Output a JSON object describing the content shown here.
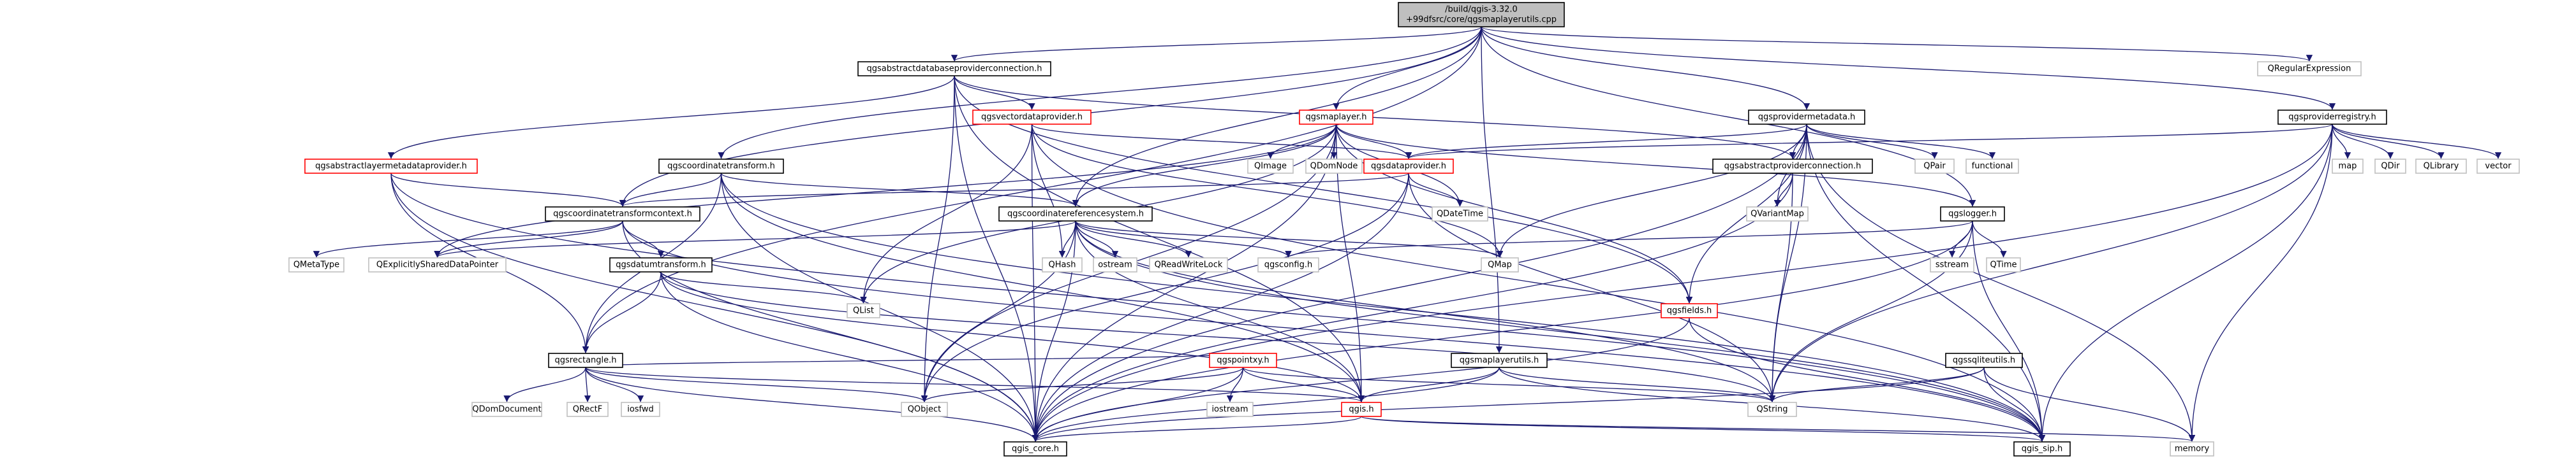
{
  "colors": {
    "root_fill": "#bfbfbf",
    "root_stroke": "#000000",
    "node_fill": "#ffffff",
    "node_stroke": "#000000",
    "red_stroke": "#ff0000",
    "leaf_stroke": "#bfbfbf",
    "edge": "#191970"
  },
  "nodes": [
    {
      "id": "root",
      "lines": [
        "/build/qgis-3.32.0",
        "+99dfsrc/core/qgsmaplayerutils.cpp"
      ],
      "style": "root"
    },
    {
      "id": "dbconn",
      "lines": [
        "qgsabstractdatabaseproviderconnection.h"
      ],
      "style": "normal"
    },
    {
      "id": "regex",
      "lines": [
        "QRegularExpression"
      ],
      "style": "leaf"
    },
    {
      "id": "vdp",
      "lines": [
        "qgsvectordataprovider.h"
      ],
      "style": "red"
    },
    {
      "id": "maplayer",
      "lines": [
        "qgsmaplayer.h"
      ],
      "style": "red"
    },
    {
      "id": "providermeta",
      "lines": [
        "qgsprovidermetadata.h"
      ],
      "style": "normal"
    },
    {
      "id": "registry",
      "lines": [
        "qgsproviderregistry.h"
      ],
      "style": "normal"
    },
    {
      "id": "ablayermeta",
      "lines": [
        "qgsabstractlayermetadataprovider.h"
      ],
      "style": "red"
    },
    {
      "id": "coordxform",
      "lines": [
        "qgscoordinatetransform.h"
      ],
      "style": "normal"
    },
    {
      "id": "qimage",
      "lines": [
        "QImage"
      ],
      "style": "leaf"
    },
    {
      "id": "qdomnode",
      "lines": [
        "QDomNode"
      ],
      "style": "leaf"
    },
    {
      "id": "dataprovider",
      "lines": [
        "qgsdataprovider.h"
      ],
      "style": "red"
    },
    {
      "id": "abprovconn",
      "lines": [
        "qgsabstractproviderconnection.h"
      ],
      "style": "normal"
    },
    {
      "id": "qpair",
      "lines": [
        "QPair"
      ],
      "style": "leaf"
    },
    {
      "id": "functional",
      "lines": [
        "functional"
      ],
      "style": "leaf"
    },
    {
      "id": "map",
      "lines": [
        "map"
      ],
      "style": "leaf"
    },
    {
      "id": "qdir",
      "lines": [
        "QDir"
      ],
      "style": "leaf"
    },
    {
      "id": "qlibrary",
      "lines": [
        "QLibrary"
      ],
      "style": "leaf"
    },
    {
      "id": "vector",
      "lines": [
        "vector"
      ],
      "style": "leaf"
    },
    {
      "id": "xformctx",
      "lines": [
        "qgscoordinatetransformcontext.h"
      ],
      "style": "normal"
    },
    {
      "id": "crs",
      "lines": [
        "qgscoordinatereferencesystem.h"
      ],
      "style": "normal"
    },
    {
      "id": "qdatetime",
      "lines": [
        "QDateTime"
      ],
      "style": "leaf"
    },
    {
      "id": "qvariantmap",
      "lines": [
        "QVariantMap"
      ],
      "style": "leaf"
    },
    {
      "id": "logger",
      "lines": [
        "qgslogger.h"
      ],
      "style": "normal"
    },
    {
      "id": "qmetatype",
      "lines": [
        "QMetaType"
      ],
      "style": "leaf"
    },
    {
      "id": "qesdp",
      "lines": [
        "QExplicitlySharedDataPointer"
      ],
      "style": "leaf"
    },
    {
      "id": "datumxform",
      "lines": [
        "qgsdatumtransform.h"
      ],
      "style": "normal"
    },
    {
      "id": "qhash",
      "lines": [
        "QHash"
      ],
      "style": "leaf"
    },
    {
      "id": "ostream",
      "lines": [
        "ostream"
      ],
      "style": "leaf"
    },
    {
      "id": "qrwlock",
      "lines": [
        "QReadWriteLock"
      ],
      "style": "leaf"
    },
    {
      "id": "config",
      "lines": [
        "qgsconfig.h"
      ],
      "style": "leaf"
    },
    {
      "id": "qmap",
      "lines": [
        "QMap"
      ],
      "style": "leaf"
    },
    {
      "id": "sstream",
      "lines": [
        "sstream"
      ],
      "style": "leaf"
    },
    {
      "id": "qtime",
      "lines": [
        "QTime"
      ],
      "style": "leaf"
    },
    {
      "id": "qlist",
      "lines": [
        "QList"
      ],
      "style": "leaf"
    },
    {
      "id": "fields",
      "lines": [
        "qgsfields.h"
      ],
      "style": "red"
    },
    {
      "id": "rect",
      "lines": [
        "qgsrectangle.h"
      ],
      "style": "normal"
    },
    {
      "id": "qdomdoc",
      "lines": [
        "QDomDocument"
      ],
      "style": "leaf"
    },
    {
      "id": "qrectf",
      "lines": [
        "QRectF"
      ],
      "style": "leaf"
    },
    {
      "id": "iosfwd",
      "lines": [
        "iosfwd"
      ],
      "style": "leaf"
    },
    {
      "id": "pointxy",
      "lines": [
        "qgspointxy.h"
      ],
      "style": "red"
    },
    {
      "id": "maplayerutils",
      "lines": [
        "qgsmaplayerutils.h"
      ],
      "style": "normal"
    },
    {
      "id": "sqliteutils",
      "lines": [
        "qgssqliteutils.h"
      ],
      "style": "normal"
    },
    {
      "id": "qobject",
      "lines": [
        "QObject"
      ],
      "style": "leaf"
    },
    {
      "id": "iostream",
      "lines": [
        "iostream"
      ],
      "style": "leaf"
    },
    {
      "id": "qgis",
      "lines": [
        "qgis.h"
      ],
      "style": "red"
    },
    {
      "id": "qstring",
      "lines": [
        "QString"
      ],
      "style": "leaf"
    },
    {
      "id": "qgiscore",
      "lines": [
        "qgis_core.h"
      ],
      "style": "normal"
    },
    {
      "id": "qgissip",
      "lines": [
        "qgis_sip.h"
      ],
      "style": "normal"
    },
    {
      "id": "memory",
      "lines": [
        "memory"
      ],
      "style": "leaf"
    }
  ],
  "edges": [
    [
      "root",
      "dbconn"
    ],
    [
      "root",
      "regex"
    ],
    [
      "root",
      "maplayer"
    ],
    [
      "root",
      "providermeta"
    ],
    [
      "root",
      "registry"
    ],
    [
      "root",
      "coordxform"
    ],
    [
      "root",
      "xformctx"
    ],
    [
      "root",
      "crs"
    ],
    [
      "root",
      "logger"
    ],
    [
      "root",
      "rect"
    ],
    [
      "root",
      "maplayerutils"
    ],
    [
      "dbconn",
      "vdp"
    ],
    [
      "dbconn",
      "ablayermeta"
    ],
    [
      "dbconn",
      "abprovconn"
    ],
    [
      "dbconn",
      "fields"
    ],
    [
      "dbconn",
      "qgis"
    ],
    [
      "dbconn",
      "qobject"
    ],
    [
      "dbconn",
      "qgiscore"
    ],
    [
      "vdp",
      "dataprovider"
    ],
    [
      "vdp",
      "qhash"
    ],
    [
      "vdp",
      "qlist"
    ],
    [
      "vdp",
      "qmap"
    ],
    [
      "vdp",
      "qgiscore"
    ],
    [
      "vdp",
      "qgissip"
    ],
    [
      "maplayer",
      "qimage"
    ],
    [
      "maplayer",
      "qdomnode"
    ],
    [
      "maplayer",
      "dataprovider"
    ],
    [
      "maplayer",
      "qdatetime"
    ],
    [
      "maplayer",
      "crs"
    ],
    [
      "maplayer",
      "qesdp"
    ],
    [
      "maplayer",
      "logger"
    ],
    [
      "maplayer",
      "qlist"
    ],
    [
      "maplayer",
      "qobject"
    ],
    [
      "maplayer",
      "qgiscore"
    ],
    [
      "maplayer",
      "qgis"
    ],
    [
      "maplayer",
      "fields"
    ],
    [
      "providermeta",
      "dataprovider"
    ],
    [
      "providermeta",
      "abprovconn"
    ],
    [
      "providermeta",
      "qpair"
    ],
    [
      "providermeta",
      "functional"
    ],
    [
      "providermeta",
      "qvariantmap"
    ],
    [
      "providermeta",
      "memory"
    ],
    [
      "providermeta",
      "qmap"
    ],
    [
      "providermeta",
      "fields"
    ],
    [
      "providermeta",
      "qgiscore"
    ],
    [
      "providermeta",
      "qgissip"
    ],
    [
      "providermeta",
      "qstring"
    ],
    [
      "registry",
      "dataprovider"
    ],
    [
      "registry",
      "map"
    ],
    [
      "registry",
      "qdir"
    ],
    [
      "registry",
      "qlibrary"
    ],
    [
      "registry",
      "vector"
    ],
    [
      "registry",
      "qgiscore"
    ],
    [
      "registry",
      "qgissip"
    ],
    [
      "registry",
      "qstring"
    ],
    [
      "registry",
      "memory"
    ],
    [
      "ablayermeta",
      "xformctx"
    ],
    [
      "ablayermeta",
      "rect"
    ],
    [
      "ablayermeta",
      "qgiscore"
    ],
    [
      "ablayermeta",
      "qgissip"
    ],
    [
      "coordxform",
      "xformctx"
    ],
    [
      "coordxform",
      "crs"
    ],
    [
      "coordxform",
      "rect"
    ],
    [
      "coordxform",
      "qgiscore"
    ],
    [
      "coordxform",
      "qgis"
    ],
    [
      "coordxform",
      "qgissip"
    ],
    [
      "dataprovider",
      "qdatetime"
    ],
    [
      "dataprovider",
      "qobject"
    ],
    [
      "dataprovider",
      "qgiscore"
    ],
    [
      "dataprovider",
      "xformctx"
    ],
    [
      "dataprovider",
      "qstring"
    ],
    [
      "abprovconn",
      "qvariantmap"
    ],
    [
      "abprovconn",
      "qstring"
    ],
    [
      "abprovconn",
      "qgiscore"
    ],
    [
      "xformctx",
      "qmetatype"
    ],
    [
      "xformctx",
      "qesdp"
    ],
    [
      "xformctx",
      "datumxform"
    ],
    [
      "xformctx",
      "qgiscore"
    ],
    [
      "xformctx",
      "qgissip"
    ],
    [
      "crs",
      "qhash"
    ],
    [
      "crs",
      "ostream"
    ],
    [
      "crs",
      "qrwlock"
    ],
    [
      "crs",
      "config"
    ],
    [
      "crs",
      "qmap"
    ],
    [
      "crs",
      "qesdp"
    ],
    [
      "crs",
      "qgiscore"
    ],
    [
      "crs",
      "qgissip"
    ],
    [
      "crs",
      "qgis"
    ],
    [
      "crs",
      "qobject"
    ],
    [
      "crs",
      "qstring"
    ],
    [
      "logger",
      "config"
    ],
    [
      "logger",
      "sstream"
    ],
    [
      "logger",
      "qtime"
    ],
    [
      "logger",
      "qstring"
    ],
    [
      "logger",
      "qgiscore"
    ],
    [
      "logger",
      "qgissip"
    ],
    [
      "datumxform",
      "qlist"
    ],
    [
      "datumxform",
      "rect"
    ],
    [
      "datumxform",
      "qgiscore"
    ],
    [
      "datumxform",
      "qgis"
    ],
    [
      "datumxform",
      "qstring"
    ],
    [
      "rect",
      "qdomdoc"
    ],
    [
      "rect",
      "qrectf"
    ],
    [
      "rect",
      "iosfwd"
    ],
    [
      "rect",
      "pointxy"
    ],
    [
      "rect",
      "qgiscore"
    ],
    [
      "rect",
      "qgis"
    ],
    [
      "rect",
      "qobject"
    ],
    [
      "pointxy",
      "qobject"
    ],
    [
      "pointxy",
      "iostream"
    ],
    [
      "pointxy",
      "qgis"
    ],
    [
      "pointxy",
      "qgiscore"
    ],
    [
      "pointxy",
      "qstring"
    ],
    [
      "maplayerutils",
      "qgis"
    ],
    [
      "maplayerutils",
      "qgiscore"
    ],
    [
      "maplayerutils",
      "qgissip"
    ],
    [
      "maplayerutils",
      "qstring"
    ],
    [
      "sqliteutils",
      "qstring"
    ],
    [
      "sqliteutils",
      "qgiscore"
    ],
    [
      "sqliteutils",
      "qgissip"
    ],
    [
      "sqliteutils",
      "memory"
    ],
    [
      "fields",
      "qgiscore"
    ],
    [
      "fields",
      "qgissip"
    ],
    [
      "qgis",
      "qgiscore"
    ],
    [
      "qgis",
      "qgissip"
    ],
    [
      "qgis",
      "memory"
    ]
  ]
}
